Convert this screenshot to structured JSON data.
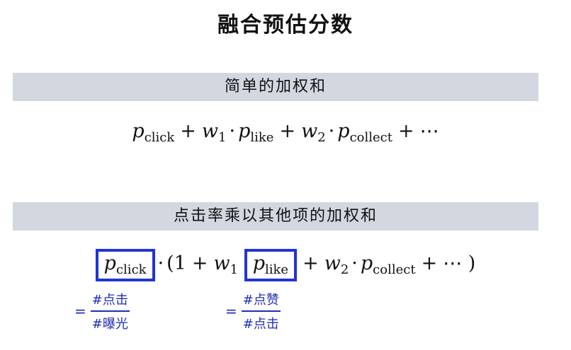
{
  "title": "融合预估分数",
  "section1": {
    "label": "简单的加权和",
    "formula": {
      "p": "p",
      "click_sub": "click",
      "plus1": "+",
      "w1": "w",
      "w1_sub": "1",
      "dot1": "·",
      "p2": "p",
      "like_sub": "like",
      "plus2": "+",
      "w2": "w",
      "w2_sub": "2",
      "dot2": "·",
      "p3": "p",
      "collect_sub": "collect",
      "plus3": "+",
      "ellipsis": "⋯"
    }
  },
  "section2": {
    "label": "点击率乘以其他项的加权和",
    "formula": {
      "p": "p",
      "click_sub": "click",
      "dot0": "·",
      "lparen": "(",
      "one": "1",
      "plus1": "+",
      "w1": "w",
      "w1_sub": "1",
      "p2": "p",
      "like_sub": "like",
      "plus2": "+",
      "w2": "w",
      "w2_sub": "2",
      "dot2": "·",
      "p3": "p",
      "collect_sub": "collect",
      "plus3": "+",
      "ellipsis": "⋯",
      "rparen": ")"
    },
    "annotations": [
      {
        "eq": "=",
        "numerator": "#点击",
        "denominator": "#曝光"
      },
      {
        "eq": "=",
        "numerator": "#点赞",
        "denominator": "#点击"
      }
    ]
  },
  "colors": {
    "band": "#d3d8e0",
    "highlight": "#1f34d4",
    "annotation": "#1f2fb8"
  }
}
